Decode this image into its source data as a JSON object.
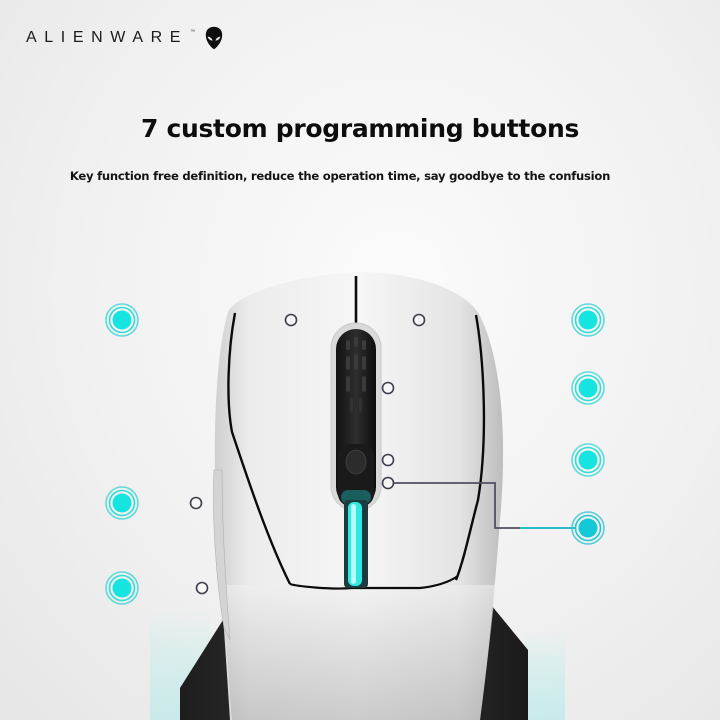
{
  "brand": {
    "name": "ALIENWARE",
    "trademark": "™",
    "logo_icon": "alien-head-icon"
  },
  "headline": {
    "title": "7 custom programming buttons",
    "subtitle": "Key function free definition, reduce the operation time, say goodbye to the confusion"
  },
  "product": {
    "type": "gaming mouse",
    "body_color": "#eeeeee",
    "accent_color": "#1ce3e0",
    "line_color": "#50505f"
  },
  "callouts": {
    "count": 7,
    "items": [
      {
        "id": "left-click",
        "side": "left",
        "marker_icon": "pulse-dot-icon"
      },
      {
        "id": "right-click",
        "side": "right",
        "marker_icon": "pulse-dot-icon"
      },
      {
        "id": "scroll-wheel",
        "side": "right",
        "marker_icon": "pulse-dot-icon"
      },
      {
        "id": "dpi-button",
        "side": "right",
        "marker_icon": "pulse-dot-icon"
      },
      {
        "id": "center-lower-button",
        "side": "right",
        "marker_icon": "pulse-dot-icon"
      },
      {
        "id": "side-button-forward",
        "side": "left",
        "marker_icon": "pulse-dot-icon"
      },
      {
        "id": "side-button-back",
        "side": "left",
        "marker_icon": "pulse-dot-icon"
      }
    ]
  }
}
